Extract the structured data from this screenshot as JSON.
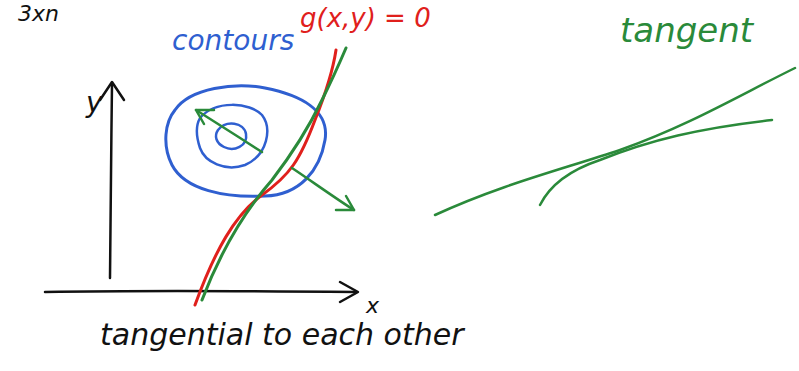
{
  "diagram": {
    "labels": [
      "3xn",
      "contours",
      "g(x,y) = 0",
      "tangent",
      "y",
      "x",
      "tangential to each other"
    ]
  }
}
